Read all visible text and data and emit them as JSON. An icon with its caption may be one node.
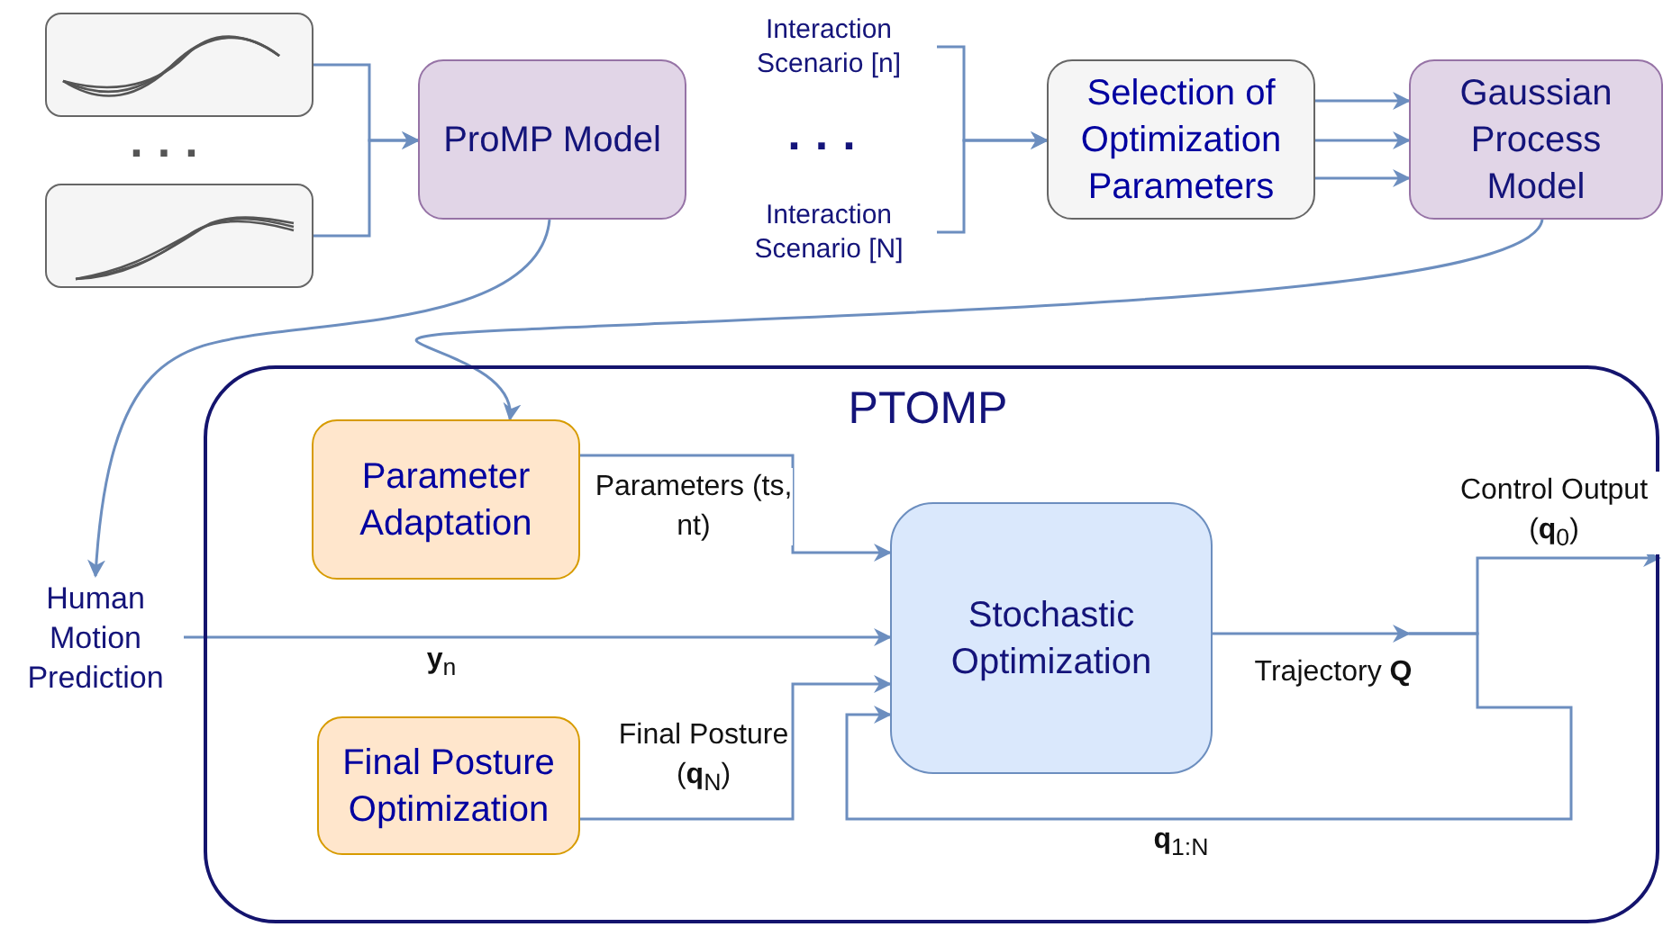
{
  "diagram": {
    "nodes": [
      {
        "text": [],
        "shape": "picture"
      },
      {
        "text": [],
        "shape": "picture"
      },
      {
        "text": [
          "ProMP Model"
        ]
      },
      {
        "text": [
          "Interaction Scenario [n]"
        ]
      },
      {
        "text": [
          "Interaction Scenario [N]"
        ]
      },
      {
        "text": [
          "Selection of Optimization Parameters"
        ]
      },
      {
        "text": [
          "Gaussian Process Model"
        ]
      },
      {
        "text": [
          "PTOMP"
        ]
      },
      {
        "text": [
          "Parameter Adaptation"
        ],
        "in": 7
      },
      {
        "text": [
          "Final Posture Optimization"
        ],
        "in": 7
      },
      {
        "text": [
          "Human Motion Prediction"
        ]
      },
      {
        "text": [
          "Stochastic Optimization"
        ],
        "in": 7
      }
    ],
    "edges": [
      {
        "from": 0,
        "to": 2,
        "arrow": "to"
      },
      {
        "from": 1,
        "to": 2,
        "arrow": "to"
      },
      {
        "from": 3,
        "to": 5,
        "arrow": "to"
      },
      {
        "from": 4,
        "to": 5,
        "arrow": "to"
      },
      {
        "from": 5,
        "to": 6,
        "arrow": "to"
      },
      {
        "from": 5,
        "to": 6,
        "arrow": "to"
      },
      {
        "from": 5,
        "to": 6,
        "arrow": "to"
      },
      {
        "from": 2,
        "to": 10,
        "arrow": "to"
      },
      {
        "from": 6,
        "to": 8,
        "arrow": "to"
      },
      {
        "from": 8,
        "to": 11,
        "arrow": "to",
        "label": "Parameters (ts, nt)"
      },
      {
        "from": 10,
        "to": 11,
        "arrow": "to",
        "label": "**y**$_{n}$"
      },
      {
        "from": 9,
        "to": 11,
        "arrow": "to",
        "label": "Final Posture (**q**$_{N}$)"
      },
      {
        "from": 11,
        "to": null,
        "arrow": "to",
        "label": "Control Output (**q**$_{0}$)"
      },
      {
        "from": 11,
        "to": 11,
        "arrow": "to",
        "label": "**q**$_{1:N}$"
      }
    ],
    "labels": [
      "...",
      "...",
      "Trajectory **Q**"
    ]
  }
}
